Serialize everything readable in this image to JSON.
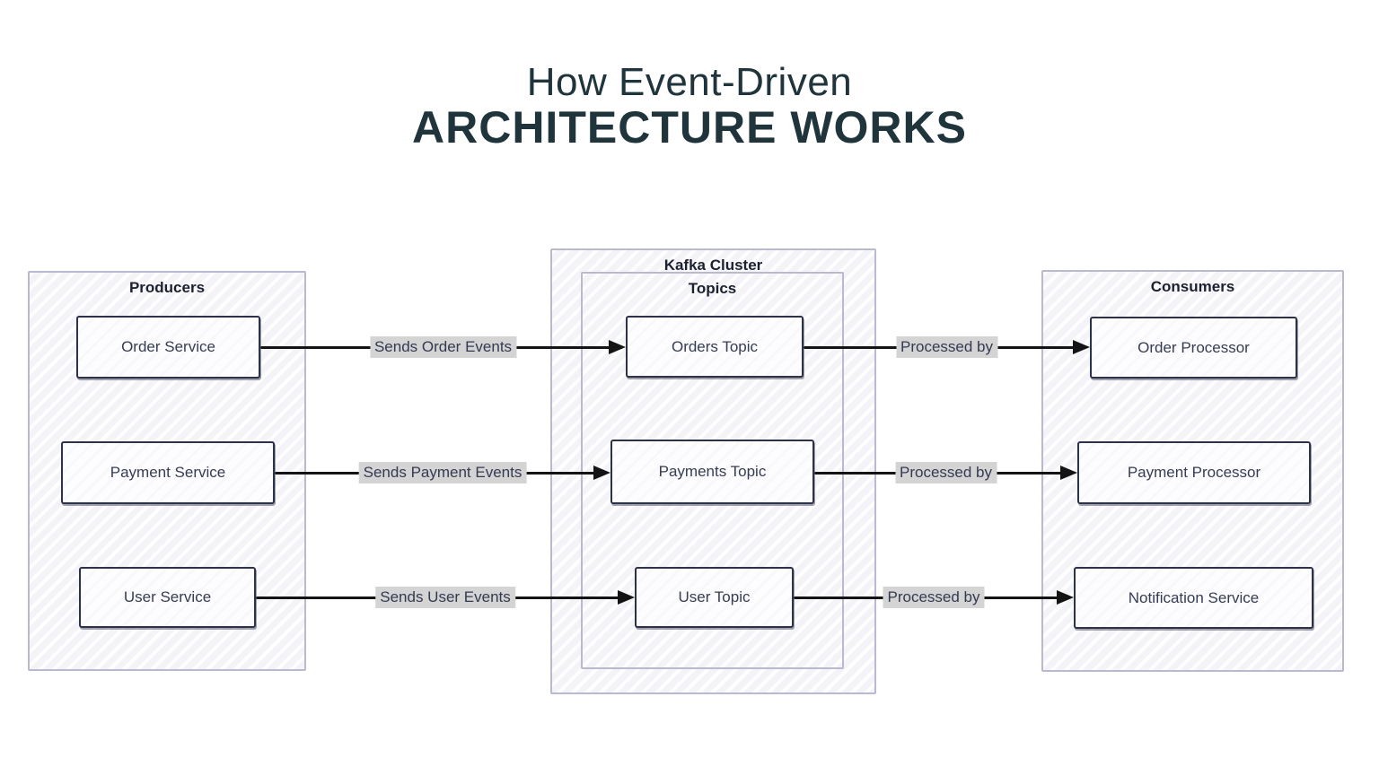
{
  "title": {
    "line1": "How Event-Driven",
    "line2": "ARCHITECTURE WORKS"
  },
  "containers": {
    "producers": {
      "label": "Producers"
    },
    "kafka_cluster": {
      "label": "Kafka Cluster"
    },
    "topics": {
      "label": "Topics"
    },
    "consumers": {
      "label": "Consumers"
    }
  },
  "flows": [
    {
      "producer": "Order Service",
      "edge1": "Sends Order Events",
      "topic": "Orders Topic",
      "edge2": "Processed by",
      "consumer": "Order Processor"
    },
    {
      "producer": "Payment Service",
      "edge1": "Sends Payment Events",
      "topic": "Payments Topic",
      "edge2": "Processed by",
      "consumer": "Payment Processor"
    },
    {
      "producer": "User Service",
      "edge1": "Sends User Events",
      "topic": "User Topic",
      "edge2": "Processed by",
      "consumer": "Notification Service"
    }
  ],
  "colors": {
    "title_text": "#20343c",
    "node_border": "#2e3248",
    "node_text": "#363c52",
    "container_border": "#b9b9cf",
    "container_fill": "#f4f4f8",
    "arrow": "#141414",
    "edge_label_bg": "#d4d4d4",
    "edge_label_text": "#343a50"
  }
}
